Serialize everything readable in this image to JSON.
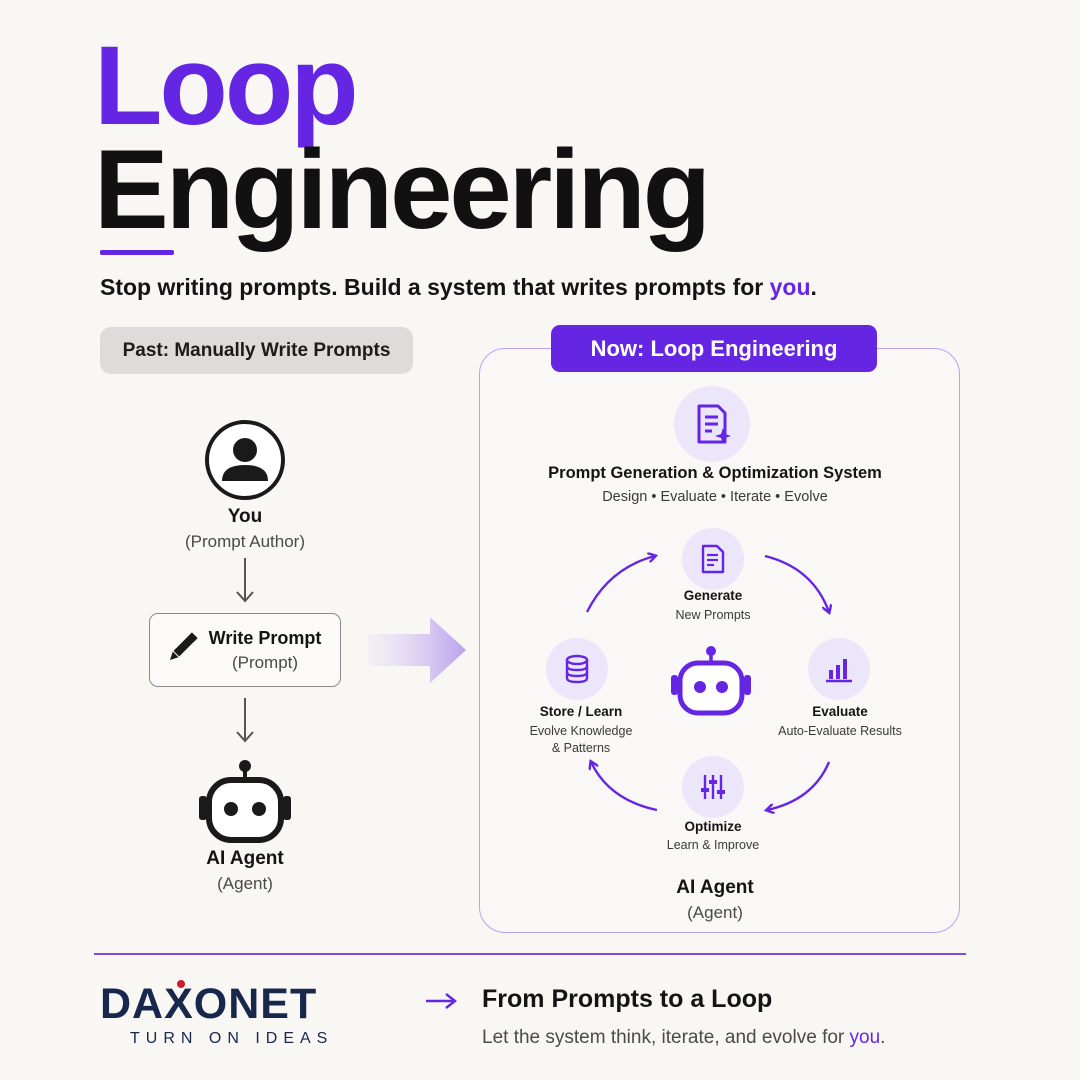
{
  "title": {
    "line1": "Loop",
    "line2": "Engineering",
    "subtitle_main": "Stop writing prompts. Build a system that writes prompts for ",
    "subtitle_accent": "you",
    "subtitle_end": "."
  },
  "past": {
    "pill": "Past: Manually Write Prompts",
    "you_label": "You",
    "you_role": "(Prompt Author)",
    "write_label": "Write Prompt",
    "write_sub": "(Prompt)",
    "agent_label": "AI Agent",
    "agent_sub": "(Agent)"
  },
  "now": {
    "pill": "Now: Loop Engineering",
    "system_title": "Prompt Generation & Optimization System",
    "system_steps": "Design  •  Evaluate  •  Iterate  •  Evolve",
    "nodes": {
      "generate": {
        "title": "Generate",
        "sub": "New Prompts",
        "icon": "document-icon"
      },
      "evaluate": {
        "title": "Evaluate",
        "sub": "Auto-Evaluate Results",
        "icon": "bar-chart-icon"
      },
      "optimize": {
        "title": "Optimize",
        "sub": "Learn & Improve",
        "icon": "sliders-icon"
      },
      "store": {
        "title": "Store / Learn",
        "sub_line1": "Evolve Knowledge",
        "sub_line2": "& Patterns",
        "icon": "database-icon"
      }
    },
    "agent_label": "AI Agent",
    "agent_sub": "(Agent)"
  },
  "footer": {
    "brand": "DAXONET",
    "tagline": "TURN ON IDEAS",
    "title": "From Prompts to a Loop",
    "sub_main": "Let the system think, iterate, and evolve for ",
    "sub_accent": "you",
    "sub_end": "."
  },
  "colors": {
    "accent": "#6526e4",
    "accent_light": "#ece6fa",
    "brand_navy": "#17284c",
    "brand_dot": "#d11a2a",
    "background": "#f9f7f4"
  }
}
